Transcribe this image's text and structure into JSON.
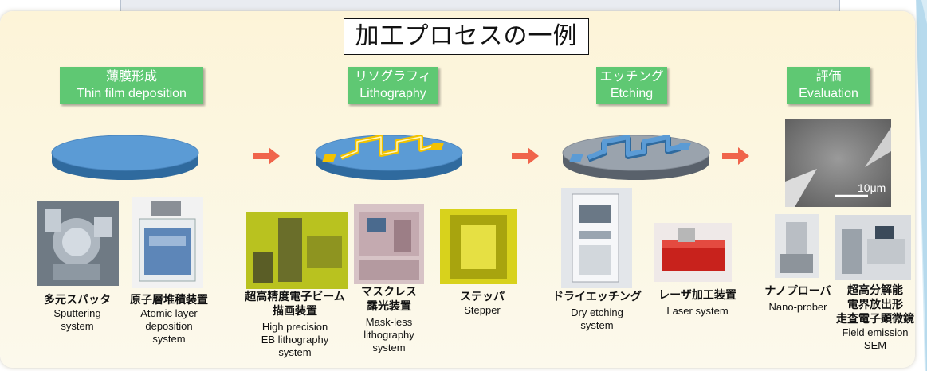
{
  "title": "加工プロセスの一例",
  "stages": [
    {
      "jp": "薄膜形成",
      "en": "Thin film deposition"
    },
    {
      "jp": "リソグラフィ",
      "en": "Lithography"
    },
    {
      "jp": "エッチング",
      "en": "Etching"
    },
    {
      "jp": "評価",
      "en": "Evaluation"
    }
  ],
  "scale_label": "10μm",
  "equipment": [
    {
      "jp": "多元スパッタ",
      "en": [
        "Sputtering",
        "system"
      ]
    },
    {
      "jp": "原子層堆積装置",
      "en": [
        "Atomic layer",
        "deposition",
        "system"
      ]
    },
    {
      "jp": [
        "超高精度電子ビーム",
        "描画装置"
      ],
      "en": [
        "High precision",
        "EB lithography",
        "system"
      ]
    },
    {
      "jp": [
        "マスクレス",
        "露光装置"
      ],
      "en": [
        "Mask-less",
        "lithography",
        "system"
      ]
    },
    {
      "jp": "ステッパ",
      "en": [
        "Stepper"
      ]
    },
    {
      "jp": "ドライエッチング",
      "en": [
        "Dry etching",
        "system"
      ]
    },
    {
      "jp": "レーザ加工装置",
      "en": [
        "Laser system"
      ]
    },
    {
      "jp": "ナノプローバ",
      "en": [
        "Nano-prober"
      ]
    },
    {
      "jp": [
        "超高分解能",
        "電界放出形",
        "走査電子顕微鏡"
      ],
      "en": [
        "Field emission",
        "SEM"
      ]
    }
  ],
  "colors": {
    "stage_box": "#5fc873",
    "disk": "#5b9bd5",
    "arrow": "#f0644b",
    "pattern_yellow": "#f2c200"
  }
}
